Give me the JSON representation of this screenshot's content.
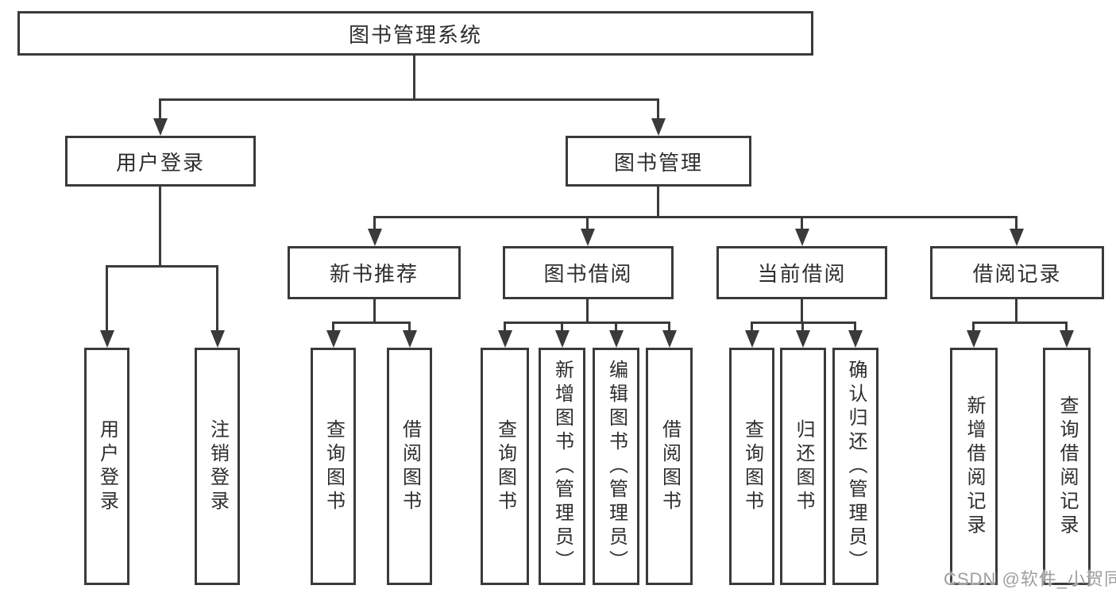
{
  "diagram_type": "hierarchy-tree",
  "colors": {
    "line": "#3a3a3a",
    "text": "#2e2e2e",
    "watermark": "#9f9f9f",
    "background": "#ffffff"
  },
  "tree": {
    "label": "图书管理系统",
    "children": [
      {
        "label": "用户登录",
        "children": [
          {
            "label": "用户登录"
          },
          {
            "label": "注销登录"
          }
        ]
      },
      {
        "label": "图书管理",
        "children": [
          {
            "label": "新书推荐",
            "children": [
              {
                "label": "查询图书"
              },
              {
                "label": "借阅图书"
              }
            ]
          },
          {
            "label": "图书借阅",
            "children": [
              {
                "label": "查询图书"
              },
              {
                "label": "新增图书（管理员）"
              },
              {
                "label": "编辑图书（管理员）"
              },
              {
                "label": "借阅图书"
              }
            ]
          },
          {
            "label": "当前借阅",
            "children": [
              {
                "label": "查询图书"
              },
              {
                "label": "归还图书"
              },
              {
                "label": "确认归还（管理员）"
              }
            ]
          },
          {
            "label": "借阅记录",
            "children": [
              {
                "label": "新增借阅记录"
              },
              {
                "label": "查询借阅记录"
              }
            ]
          }
        ]
      }
    ]
  },
  "watermark": {
    "text": "CSDN @软件_小贺同学"
  }
}
